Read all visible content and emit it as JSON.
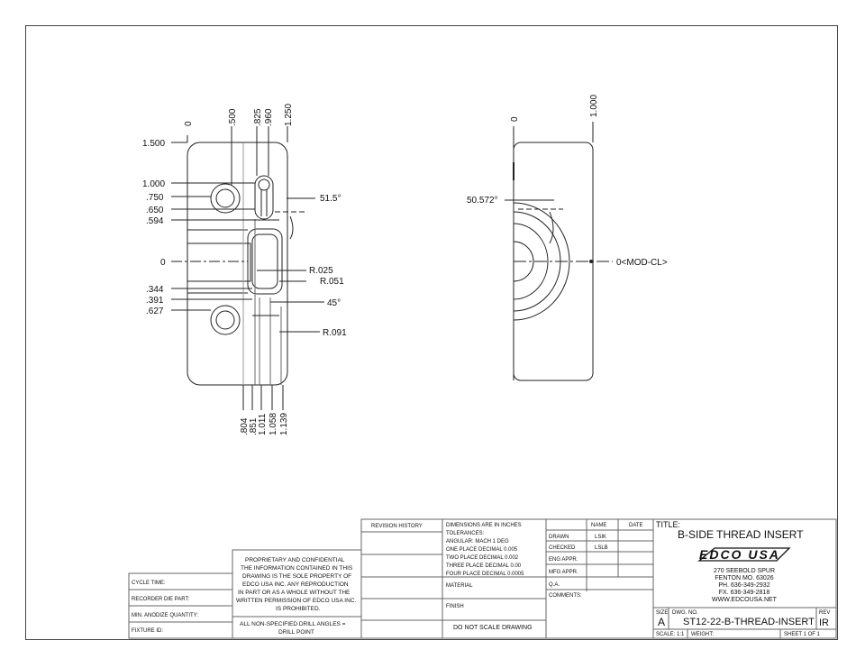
{
  "front_view": {
    "top_dims": [
      "0",
      ".500",
      ".825",
      ".960",
      "1.250"
    ],
    "left_dims": [
      "1.500",
      "1.000",
      ".750",
      ".650",
      ".594",
      "0",
      ".344",
      ".391",
      ".627"
    ],
    "bottom_dims": [
      ".804",
      ".851",
      "1.011",
      "1.058",
      "1.139"
    ],
    "annotations": {
      "angle_top": "51.5°",
      "r025": "R.025",
      "r051": "R.051",
      "angle_45": "45°",
      "r091": "R.091"
    }
  },
  "side_view": {
    "top_dims": [
      "0",
      "1.000"
    ],
    "angle": "50.572°",
    "centerline": "0<MOD-CL>"
  },
  "title_block": {
    "revision_history": "REVISION HISTORY",
    "dims_note": "DIMENSIONS ARE IN INCHES",
    "tolerances": "TOLERANCES:",
    "angular": "ANGULAR: MACH   1 DEG",
    "one_place": "ONE PLACE DECIMAL   0.005",
    "two_place": "TWO PLACE DECIMAL   0.002",
    "three_place": "THREE PLACE DECIMAL   0.00",
    "four_place": "FOUR PLACE DECIMAL   0.0005",
    "material": "MATERIAL",
    "finish": "FINISH",
    "do_not_scale": "DO NOT SCALE DRAWING",
    "col_name": "NAME",
    "col_date": "DATE",
    "drawn": "DRAWN",
    "drawn_name": "LSIK",
    "checked": "CHECKED",
    "checked_name": "LSLB",
    "eng_appr": "ENG APPR.",
    "mfg_appr": "MFG APPR.",
    "qa": "Q.A.",
    "comments": "COMMENTS:",
    "proprietary_title": "PROPRIETARY AND CONFIDENTIAL",
    "proprietary_lines": [
      "THE INFORMATION CONTAINED IN THIS",
      "DRAWING IS THE SOLE PROPERTY OF",
      "EDCO USA INC. ANY REPRODUCTION",
      "IN PART OR AS A WHOLE WITHOUT THE",
      "WRITTEN PERMISSION OF EDCO USA INC.",
      "IS PROHIBITED."
    ],
    "drill_note_1": "ALL NON-SPECIFIED DRILL ANGLES =",
    "drill_note_2": "DRILL POINT",
    "left_rows": [
      "CYCLE TIME:",
      "RECORDER DIE PART:",
      "MIN. ANODIZE QUANTITY:",
      "FIXTURE ID:"
    ],
    "title_label": "TITLE:",
    "title_value": "B-SIDE THREAD INSERT",
    "logo": "EDCO USA",
    "address": [
      "270 SEEBOLD SPUR",
      "FENTON MO. 63026",
      "PH. 636-349-2932",
      "FX. 636-349-2818",
      "WWW.EDCOUSA.NET"
    ],
    "size_label": "SIZE",
    "size_value": "A",
    "dwg_label": "DWG. NO.",
    "dwg_value": "ST12-22-B-THREAD-INSERT",
    "rev_label": "REV",
    "rev_value": "IR",
    "scale_label": "SCALE: 1:1",
    "weight_label": "WEIGHT:",
    "sheet_label": "SHEET 1 OF 1"
  }
}
